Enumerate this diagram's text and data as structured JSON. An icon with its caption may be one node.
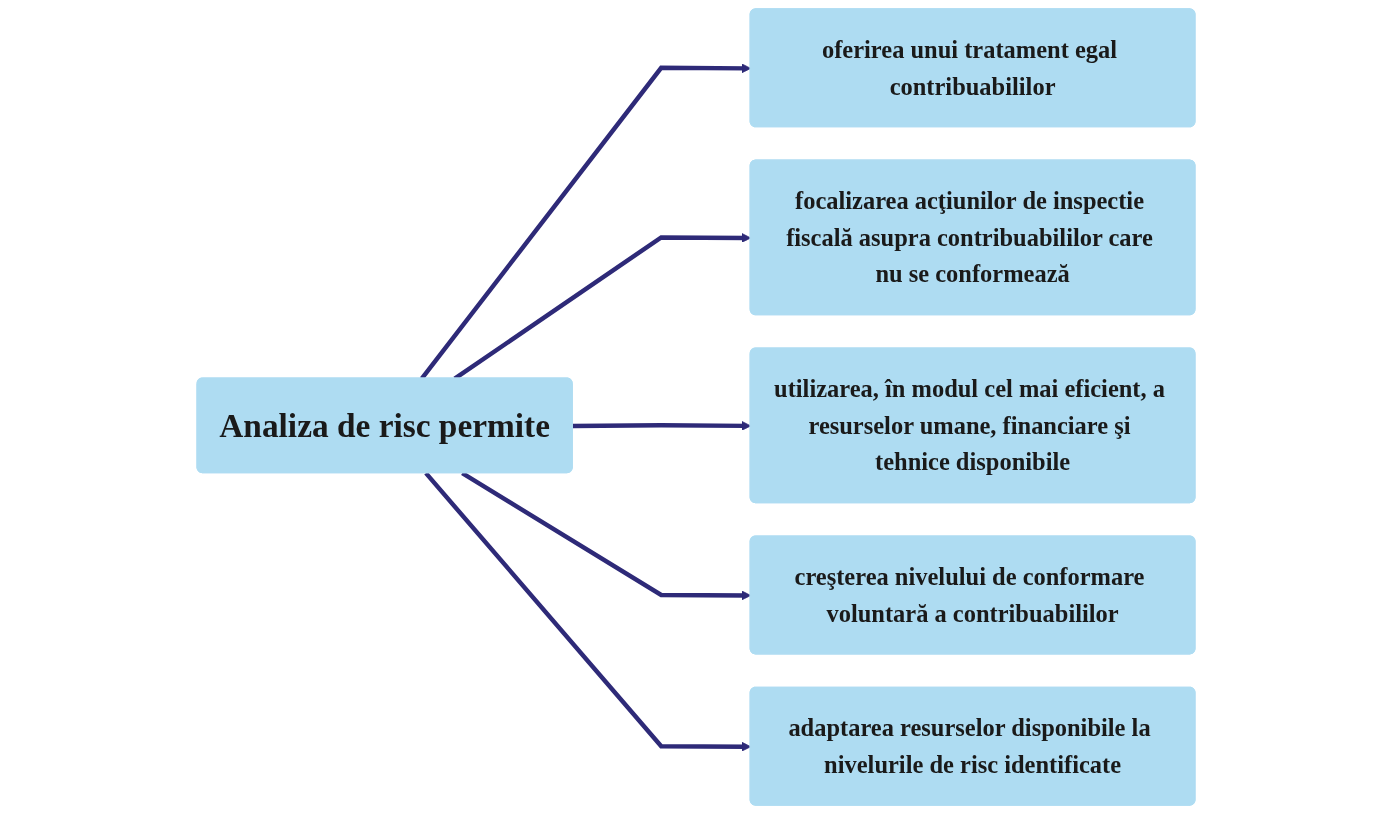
{
  "diagram": {
    "nodes": [
      {
        "text": [
          "Analiza de risc permite"
        ]
      },
      {
        "text": [
          "oferirea unui tratament egal contribuabililor"
        ]
      },
      {
        "text": [
          "focalizarea acţiunilor de inspectie fiscală asupra contribuabililor care nu se conformează"
        ]
      },
      {
        "text": [
          "utilizarea, în modul cel mai eficient, a resurselor umane, financiare şi tehnice disponibile"
        ]
      },
      {
        "text": [
          "creşterea nivelului de conformare voluntară a contribuabililor"
        ]
      },
      {
        "text": [
          "adaptarea resurselor disponibile la nivelurile de risc identificate"
        ]
      }
    ],
    "edges": [
      {
        "from": 0,
        "to": 1,
        "arrow": "to"
      },
      {
        "from": 0,
        "to": 2,
        "arrow": "to"
      },
      {
        "from": 0,
        "to": 3,
        "arrow": "to"
      },
      {
        "from": 0,
        "to": 4,
        "arrow": "to"
      },
      {
        "from": 0,
        "to": 5,
        "arrow": "to"
      }
    ]
  }
}
